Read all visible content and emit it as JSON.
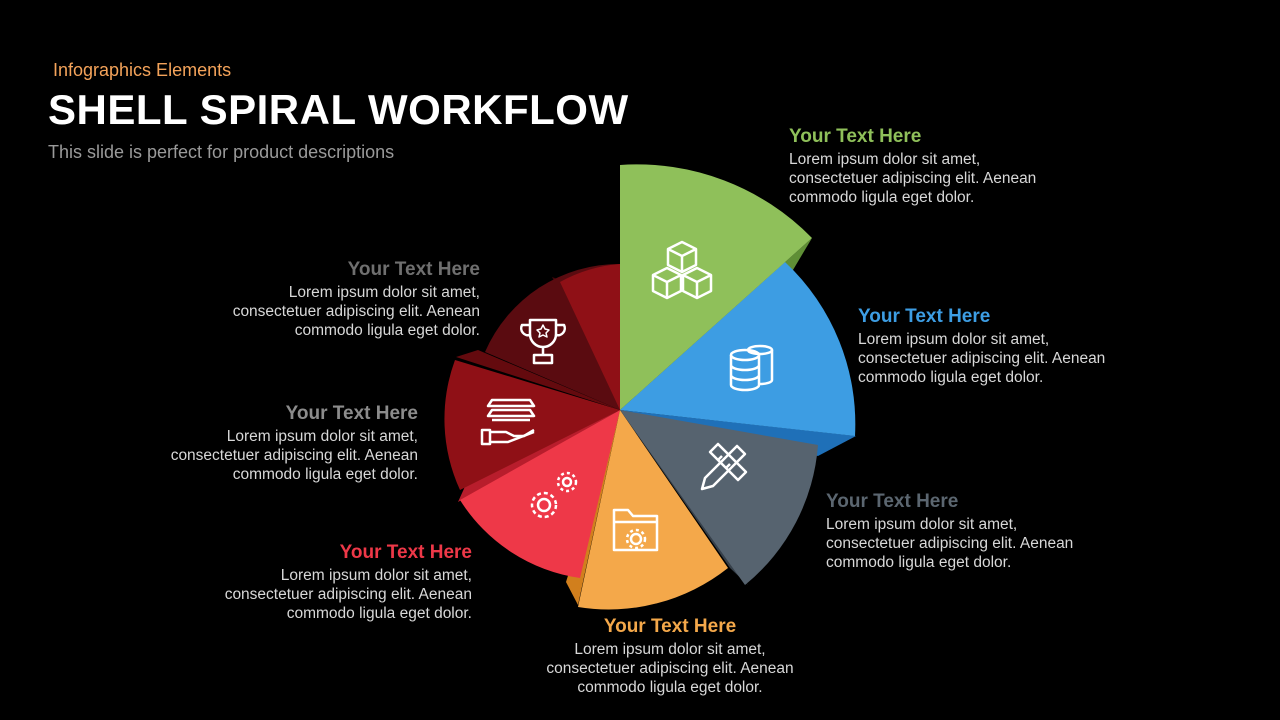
{
  "header": {
    "kicker": "Infographics  Elements",
    "title": "SHELL SPIRAL WORKFLOW",
    "subtitle": "This slide is perfect for product descriptions"
  },
  "segments": [
    {
      "id": "green",
      "color": "#8fc05a",
      "shade": "#5f8f36",
      "icon": "cubes-icon",
      "heading": "Your Text Here",
      "heading_color": "#8fc05a",
      "lines": [
        "Lorem ipsum dolor sit amet,",
        "consectetuer  adipiscing elit. Aenean",
        "commodo ligula  eget dolor."
      ]
    },
    {
      "id": "blue",
      "color": "#3d9de3",
      "shade": "#1f70b8",
      "icon": "database-icon",
      "heading": "Your Text Here",
      "heading_color": "#3d9de3",
      "lines": [
        "Lorem ipsum dolor sit amet,",
        "consectetuer  adipiscing elit. Aenean",
        "commodo ligula  eget dolor."
      ]
    },
    {
      "id": "slate",
      "color": "#56636f",
      "shade": "#36404a",
      "icon": "pencil-ruler-icon",
      "heading": "Your Text Here",
      "heading_color": "#5b6670",
      "lines": [
        "Lorem ipsum dolor sit amet,",
        "consectetuer  adipiscing elit. Aenean",
        "commodo ligula  eget dolor."
      ]
    },
    {
      "id": "orange",
      "color": "#f4a84a",
      "shade": "#d17f1d",
      "icon": "folder-gear-icon",
      "heading": "Your Text Here",
      "heading_color": "#f4a84a",
      "lines": [
        "Lorem ipsum dolor sit amet,",
        "consectetuer  adipiscing elit. Aenean",
        "commodo ligula  eget dolor."
      ]
    },
    {
      "id": "red",
      "color": "#ee3848",
      "shade": "#b81d2c",
      "icon": "gears-icon",
      "heading": "Your Text Here",
      "heading_color": "#ee3848",
      "lines": [
        "Lorem ipsum dolor sit amet,",
        "consectetuer  adipiscing elit. Aenean",
        "commodo ligula  eget dolor."
      ]
    },
    {
      "id": "darkred",
      "color": "#8f1016",
      "shade": "#640a0e",
      "icon": "hand-stack-icon",
      "heading": "Your Text Here",
      "heading_color": "#8c8c8c",
      "lines": [
        "Lorem ipsum dolor sit amet,",
        "consectetuer  adipiscing elit. Aenean",
        "commodo ligula  eget dolor."
      ]
    },
    {
      "id": "maroon",
      "color": "#5a0b10",
      "shade": "#3e0609",
      "icon": "trophy-icon",
      "heading": "Your Text Here",
      "heading_color": "#6f6f6f",
      "lines": [
        "Lorem ipsum dolor sit amet,",
        "consectetuer  adipiscing elit. Aenean",
        "commodo ligula  eget dolor."
      ]
    }
  ]
}
